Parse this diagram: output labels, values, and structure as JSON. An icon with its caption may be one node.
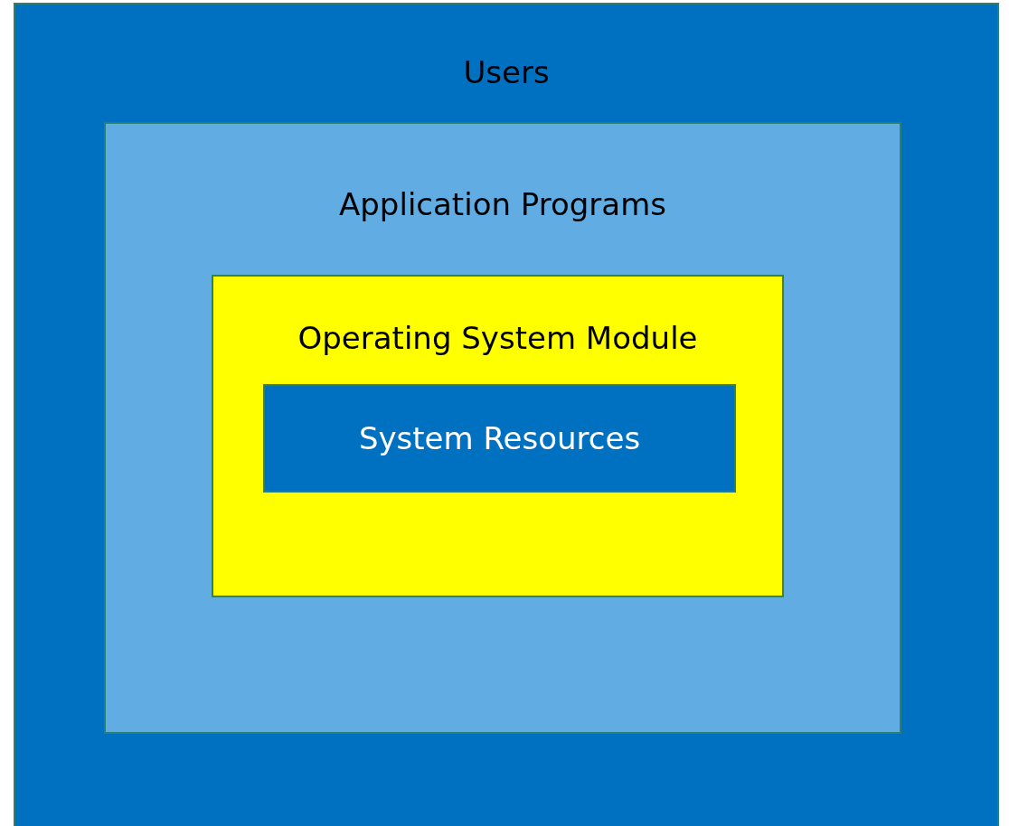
{
  "diagram": {
    "nodes": [
      {
        "text": [
          "Users"
        ]
      },
      {
        "text": [
          "Application Programs"
        ],
        "in": 0
      },
      {
        "text": [
          "Operating System Module"
        ],
        "in": 1
      },
      {
        "text": [
          "System Resources"
        ],
        "in": 2
      }
    ]
  }
}
